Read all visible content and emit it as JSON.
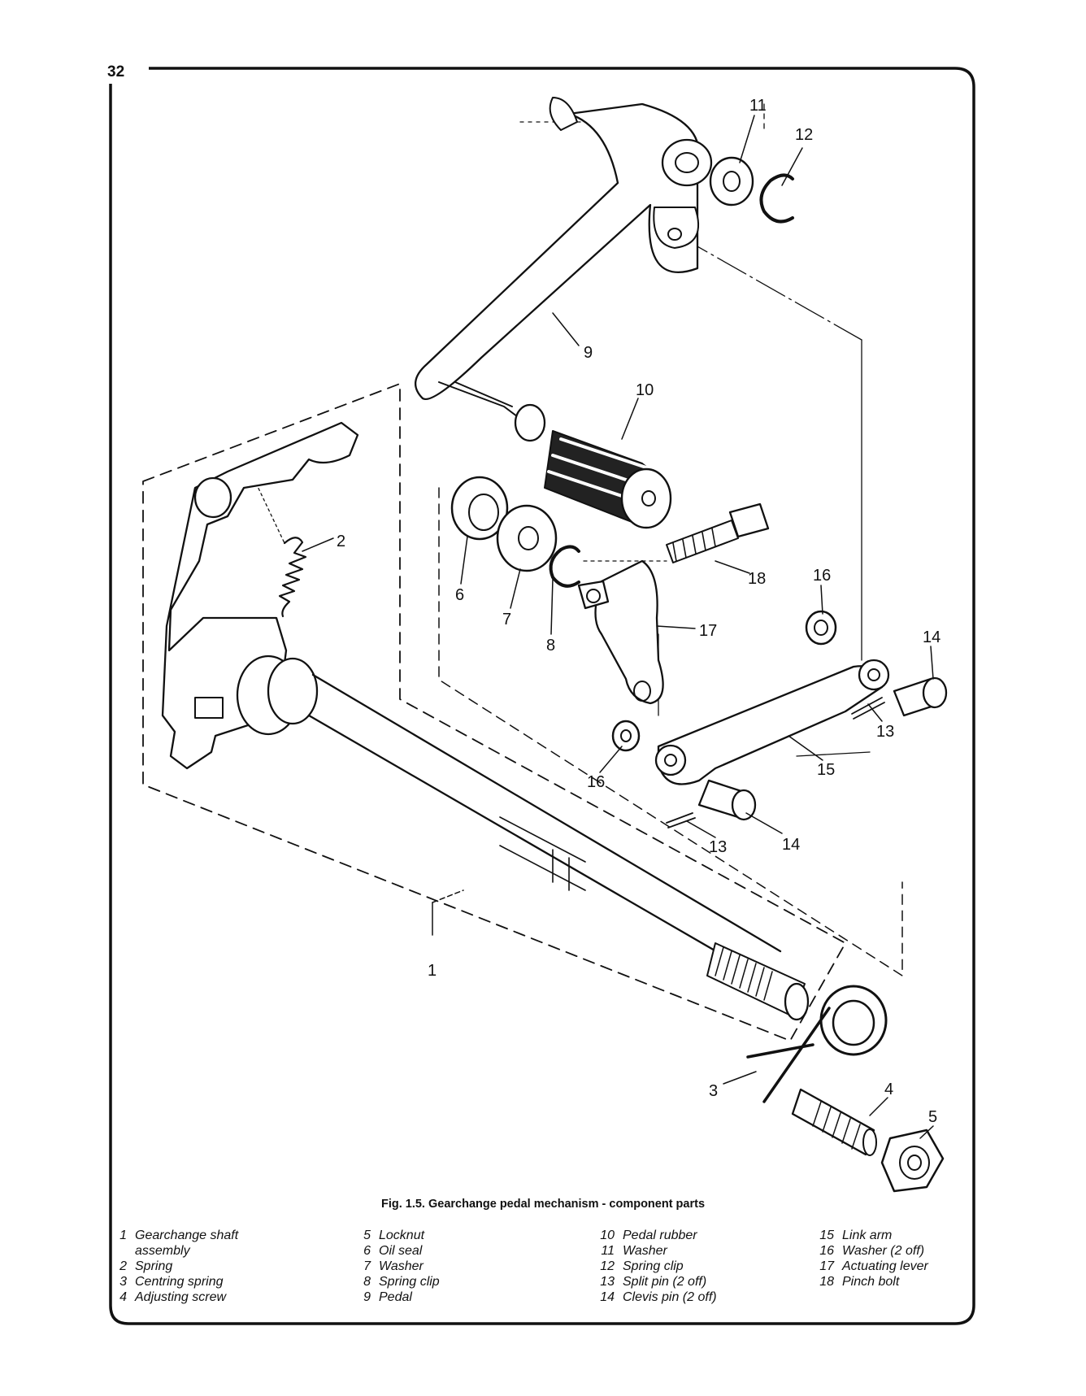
{
  "page": {
    "number": "32"
  },
  "figure": {
    "caption": "Fig. 1.5. Gearchange pedal mechanism - component parts"
  },
  "callouts": [
    "1",
    "2",
    "3",
    "4",
    "5",
    "6",
    "7",
    "8",
    "9",
    "10",
    "11",
    "12",
    "13",
    "13",
    "14",
    "14",
    "15",
    "16",
    "16",
    "17",
    "18"
  ],
  "legend": {
    "columns": [
      [
        {
          "num": "1",
          "text": "Gearchange shaft assembly"
        },
        {
          "num": "2",
          "text": "Spring"
        },
        {
          "num": "3",
          "text": "Centring spring"
        },
        {
          "num": "4",
          "text": "Adjusting screw"
        }
      ],
      [
        {
          "num": "5",
          "text": "Locknut"
        },
        {
          "num": "6",
          "text": "Oil seal"
        },
        {
          "num": "7",
          "text": "Washer"
        },
        {
          "num": "8",
          "text": "Spring clip"
        },
        {
          "num": "9",
          "text": "Pedal"
        }
      ],
      [
        {
          "num": "10",
          "text": "Pedal rubber"
        },
        {
          "num": "11",
          "text": "Washer"
        },
        {
          "num": "12",
          "text": "Spring clip"
        },
        {
          "num": "13",
          "text": "Split pin (2 off)"
        },
        {
          "num": "14",
          "text": "Clevis pin (2 off)"
        }
      ],
      [
        {
          "num": "15",
          "text": "Link arm"
        },
        {
          "num": "16",
          "text": "Washer (2 off)"
        },
        {
          "num": "17",
          "text": "Actuating lever"
        },
        {
          "num": "18",
          "text": "Pinch bolt"
        }
      ]
    ]
  }
}
